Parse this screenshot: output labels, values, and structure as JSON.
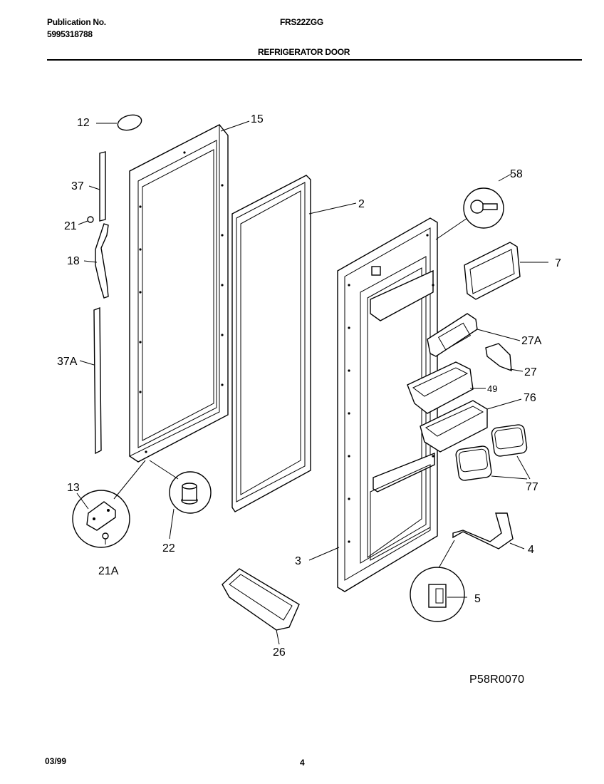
{
  "header": {
    "publication_label": "Publication No.",
    "publication_number": "5995318788",
    "model": "FRS22ZGG",
    "section_title": "REFRIGERATOR DOOR"
  },
  "callouts": [
    "12",
    "15",
    "37",
    "21",
    "18",
    "37A",
    "2",
    "58",
    "7",
    "27A",
    "27",
    "49",
    "76",
    "77",
    "13",
    "22",
    "21A",
    "3",
    "4",
    "5",
    "26"
  ],
  "figure_id": "P58R0070",
  "footer": {
    "date": "03/99",
    "page": "4"
  }
}
